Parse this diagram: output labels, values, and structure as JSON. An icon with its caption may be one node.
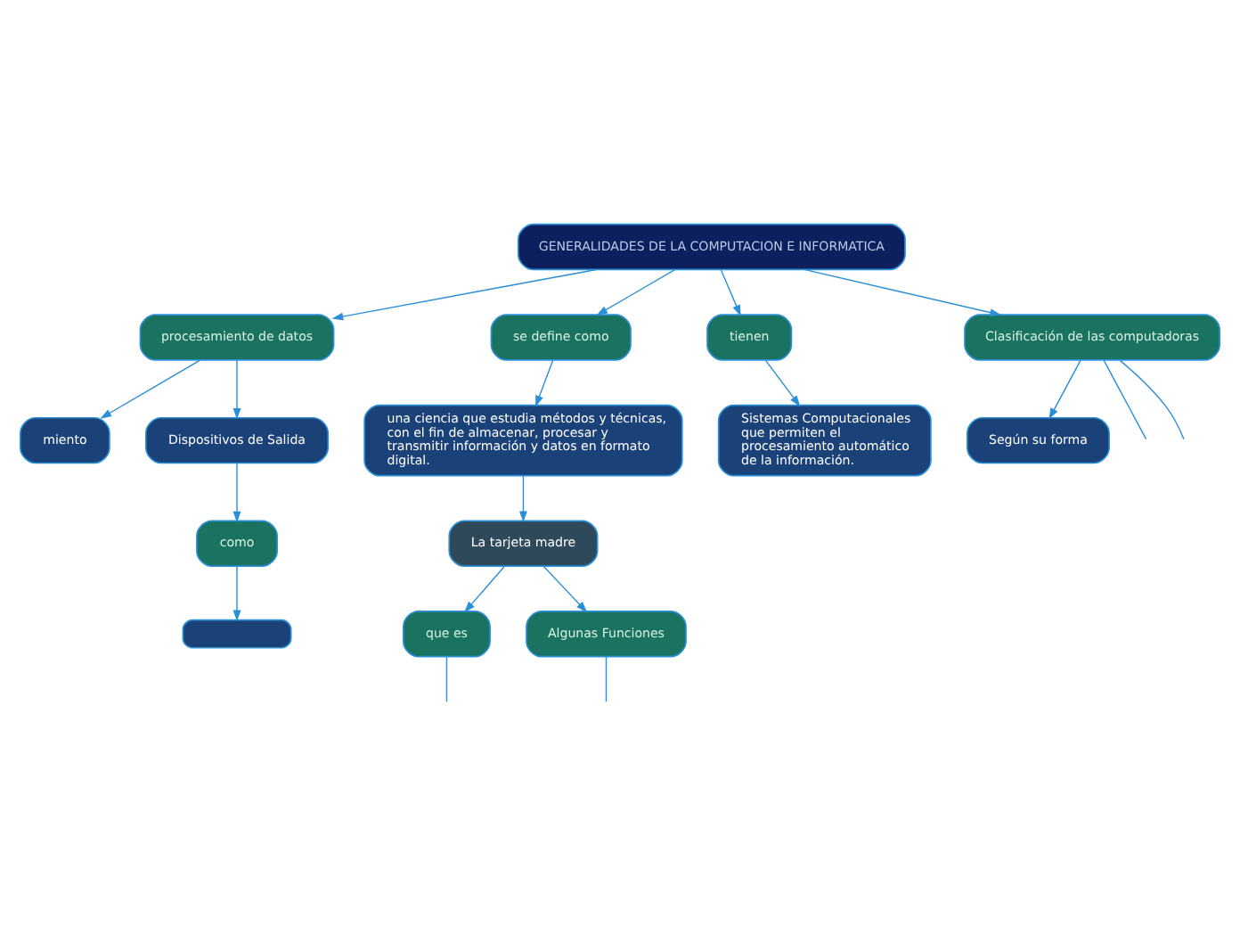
{
  "diagram": {
    "nodes": [
      {
        "text": [
          "GENERALIDADES DE LA COMPUTACION E INFORMATICA"
        ]
      },
      {
        "text": [
          "procesamiento de datos"
        ]
      },
      {
        "text": [
          "miento"
        ]
      },
      {
        "text": [
          "Dispositivos de Salida"
        ]
      },
      {
        "text": [
          "como"
        ]
      },
      {
        "text": [],
        "shape": "box"
      },
      {
        "text": [
          "se define como"
        ]
      },
      {
        "text": [
          "una ciencia que estudia métodos y técnicas, con el fin de almacenar, procesar y transmitir información y datos en formato digital."
        ]
      },
      {
        "text": [
          "La tarjeta madre"
        ]
      },
      {
        "text": [
          "que es"
        ]
      },
      {
        "text": [
          "Algunas Funciones"
        ]
      },
      {
        "text": [
          "tienen"
        ]
      },
      {
        "text": [
          "Sistemas Computacionales que permiten el procesamiento automático de la información."
        ]
      },
      {
        "text": [
          "Clasificación de las computadoras"
        ]
      },
      {
        "text": [
          "Según su forma"
        ]
      }
    ],
    "edges": [
      {
        "from": 0,
        "to": 1,
        "arrow": "to"
      },
      {
        "from": 1,
        "to": 2,
        "arrow": "to"
      },
      {
        "from": 1,
        "to": 3,
        "arrow": "to"
      },
      {
        "from": 3,
        "to": 4,
        "arrow": "to"
      },
      {
        "from": 4,
        "to": 5,
        "arrow": "to"
      },
      {
        "from": 0,
        "to": 6,
        "arrow": "to"
      },
      {
        "from": 6,
        "to": 7,
        "arrow": "to"
      },
      {
        "from": 7,
        "to": 8,
        "arrow": "to"
      },
      {
        "from": 8,
        "to": 9,
        "arrow": "to"
      },
      {
        "from": 8,
        "to": 10,
        "arrow": "to"
      },
      {
        "from": 9,
        "to": null,
        "arrow": "none"
      },
      {
        "from": 10,
        "to": null,
        "arrow": "none"
      },
      {
        "from": 0,
        "to": 11,
        "arrow": "to"
      },
      {
        "from": 11,
        "to": 12,
        "arrow": "to"
      },
      {
        "from": 0,
        "to": 13,
        "arrow": "to"
      },
      {
        "from": 13,
        "to": null,
        "arrow": "none"
      },
      {
        "from": 13,
        "to": null,
        "arrow": "none"
      },
      {
        "from": 13,
        "to": 14,
        "arrow": "to"
      }
    ]
  }
}
